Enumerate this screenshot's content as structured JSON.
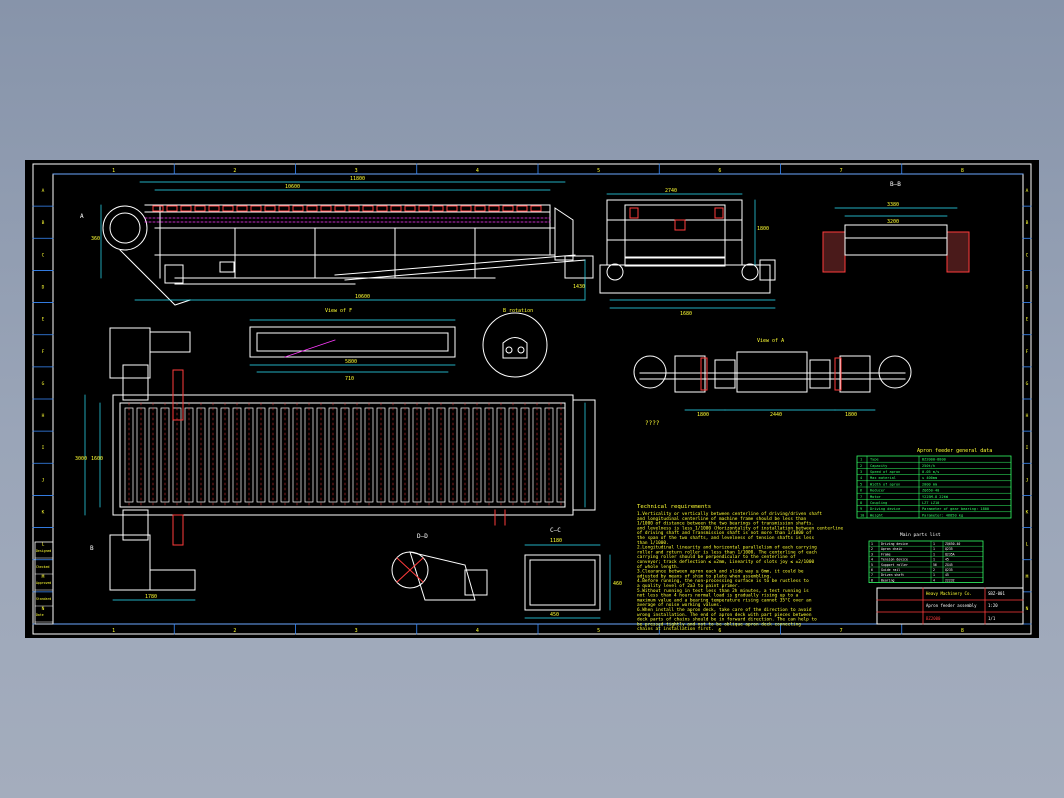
{
  "drawing": {
    "zone_numbers": [
      "1",
      "2",
      "3",
      "4",
      "5",
      "6",
      "7",
      "8"
    ],
    "zone_letters": [
      "A",
      "B",
      "C",
      "D",
      "E",
      "F",
      "G",
      "H",
      "I",
      "J",
      "K",
      "L",
      "M",
      "N"
    ],
    "dims": {
      "overall_top": "11800",
      "segment_top": "10600",
      "bottom_base": "10600",
      "left_height": "360",
      "head_drop": "1430",
      "plan_width": "3000",
      "plan_left": "1600",
      "plan_bottom": "1780",
      "plate_total": "5800",
      "plate_pitch": "710",
      "side_top": "2740",
      "side_bottom": "1680",
      "side_right": "1800",
      "section_width": "3380",
      "section_inner": "3200",
      "shaft_left": "1800",
      "shaft_mid": "2440",
      "shaft_right": "1800",
      "detail_w": "1180",
      "detail_h": "460",
      "detail_b": "450"
    },
    "labels": {
      "section_bb": "B—B",
      "section_dd": "D—D",
      "section_cc": "C—C",
      "view_f": "View of F",
      "view_a": "View of A",
      "detail_circle": "B rotation",
      "question": "????",
      "tech_heading": "Technical requirements",
      "marker_a": "A",
      "marker_b": "B"
    },
    "tech_notes": [
      "1.Verticality or vertically between centerline of driving/driven shaft",
      "and longitudinal centerline of machine frame should be less than",
      "1/1000 of distance between the two bearings of transmission shafts.",
      "and levelness is less 1/1000 (Horizontality of installation between centerline",
      "of driving shaft and Transmission shaft is not more than 1/1000 of",
      "the span of the two shafts, and levelness of tension shafts is less",
      "than 1/1000.",
      "2.Longitudinal linearity and horizontal parallelism of each carrying",
      "roller and return roller is less than 1/1000. The centerline of each",
      "carrying roller should be perpendicular to the centerline of",
      "conveyor; track deflection ≤ ±2mm, Linearity of slots joy ≤ ±2/1000",
      "of whole length.",
      "3.Clearance between apron each and slide way ≥ 6mm, it could be",
      "adjusted by means of shim to plate when assembling.",
      "4.Before running, the non-processing surface is to be rustless to",
      "a quality level of 2a3 to paint primer.",
      "5.Without running in test less than 2h minutes, a test running is",
      "not less than 4 hours normal load is gradually rising up to a",
      "maximum value and a bearing temperature rising cannot 35°C over an",
      "average of noise working values.",
      "6.When install the apron deck, take care of the direction to avoid",
      "wrong installation. The end of apron deck with part pieces between",
      "deck parts of chains should be in forward direction. The can help to",
      "be pressed tightly and not to be oblique apron deck connecting",
      "chains at installation first."
    ],
    "spec_table": {
      "title": "Apron feeder general data",
      "rows": [
        [
          "1",
          "Type",
          "BZ2000-8800"
        ],
        [
          "2",
          "Capacity",
          "250t/h"
        ],
        [
          "3",
          "Speed of apron",
          "0.05 m/s"
        ],
        [
          "4",
          "Max material",
          "≤ 400mm"
        ],
        [
          "5",
          "Width of apron",
          "2000 mm"
        ],
        [
          "6",
          "Reducer",
          "ZQ650-40"
        ],
        [
          "7",
          "Motor",
          "Y225M-8  22kW"
        ],
        [
          "8",
          "Coupling",
          "LZ7 LZ10"
        ],
        [
          "9",
          "Driving device",
          "Parameter of gear bearing: 1800"
        ],
        [
          "10",
          "Weight",
          "Parameter: 46850 kg"
        ]
      ]
    },
    "parts_table": {
      "title": "Main parts list",
      "rows": [
        [
          "1",
          "Driving device",
          "1",
          "ZQ650-40"
        ],
        [
          "2",
          "Apron chain",
          "1",
          "Q235"
        ],
        [
          "3",
          "Frame",
          "1",
          "Q235A"
        ],
        [
          "4",
          "Tension device",
          "1",
          "45"
        ],
        [
          "5",
          "Support roller",
          "56",
          "ZG45"
        ],
        [
          "6",
          "Guide rail",
          "2",
          "Q235"
        ],
        [
          "7",
          "Driven shaft",
          "1",
          "45"
        ],
        [
          "8",
          "Bearing",
          "4",
          "22232"
        ]
      ]
    },
    "title_block": {
      "company": "Heavy Machinery Co.",
      "name": "Apron feeder assembly",
      "scale": "1:20",
      "sheet": "1/1",
      "code": "BZ2000",
      "drawing_no": "SBZ-001"
    },
    "revision_block": [
      "Designed",
      "Checked",
      "Approved",
      "Standard",
      "Date"
    ]
  }
}
